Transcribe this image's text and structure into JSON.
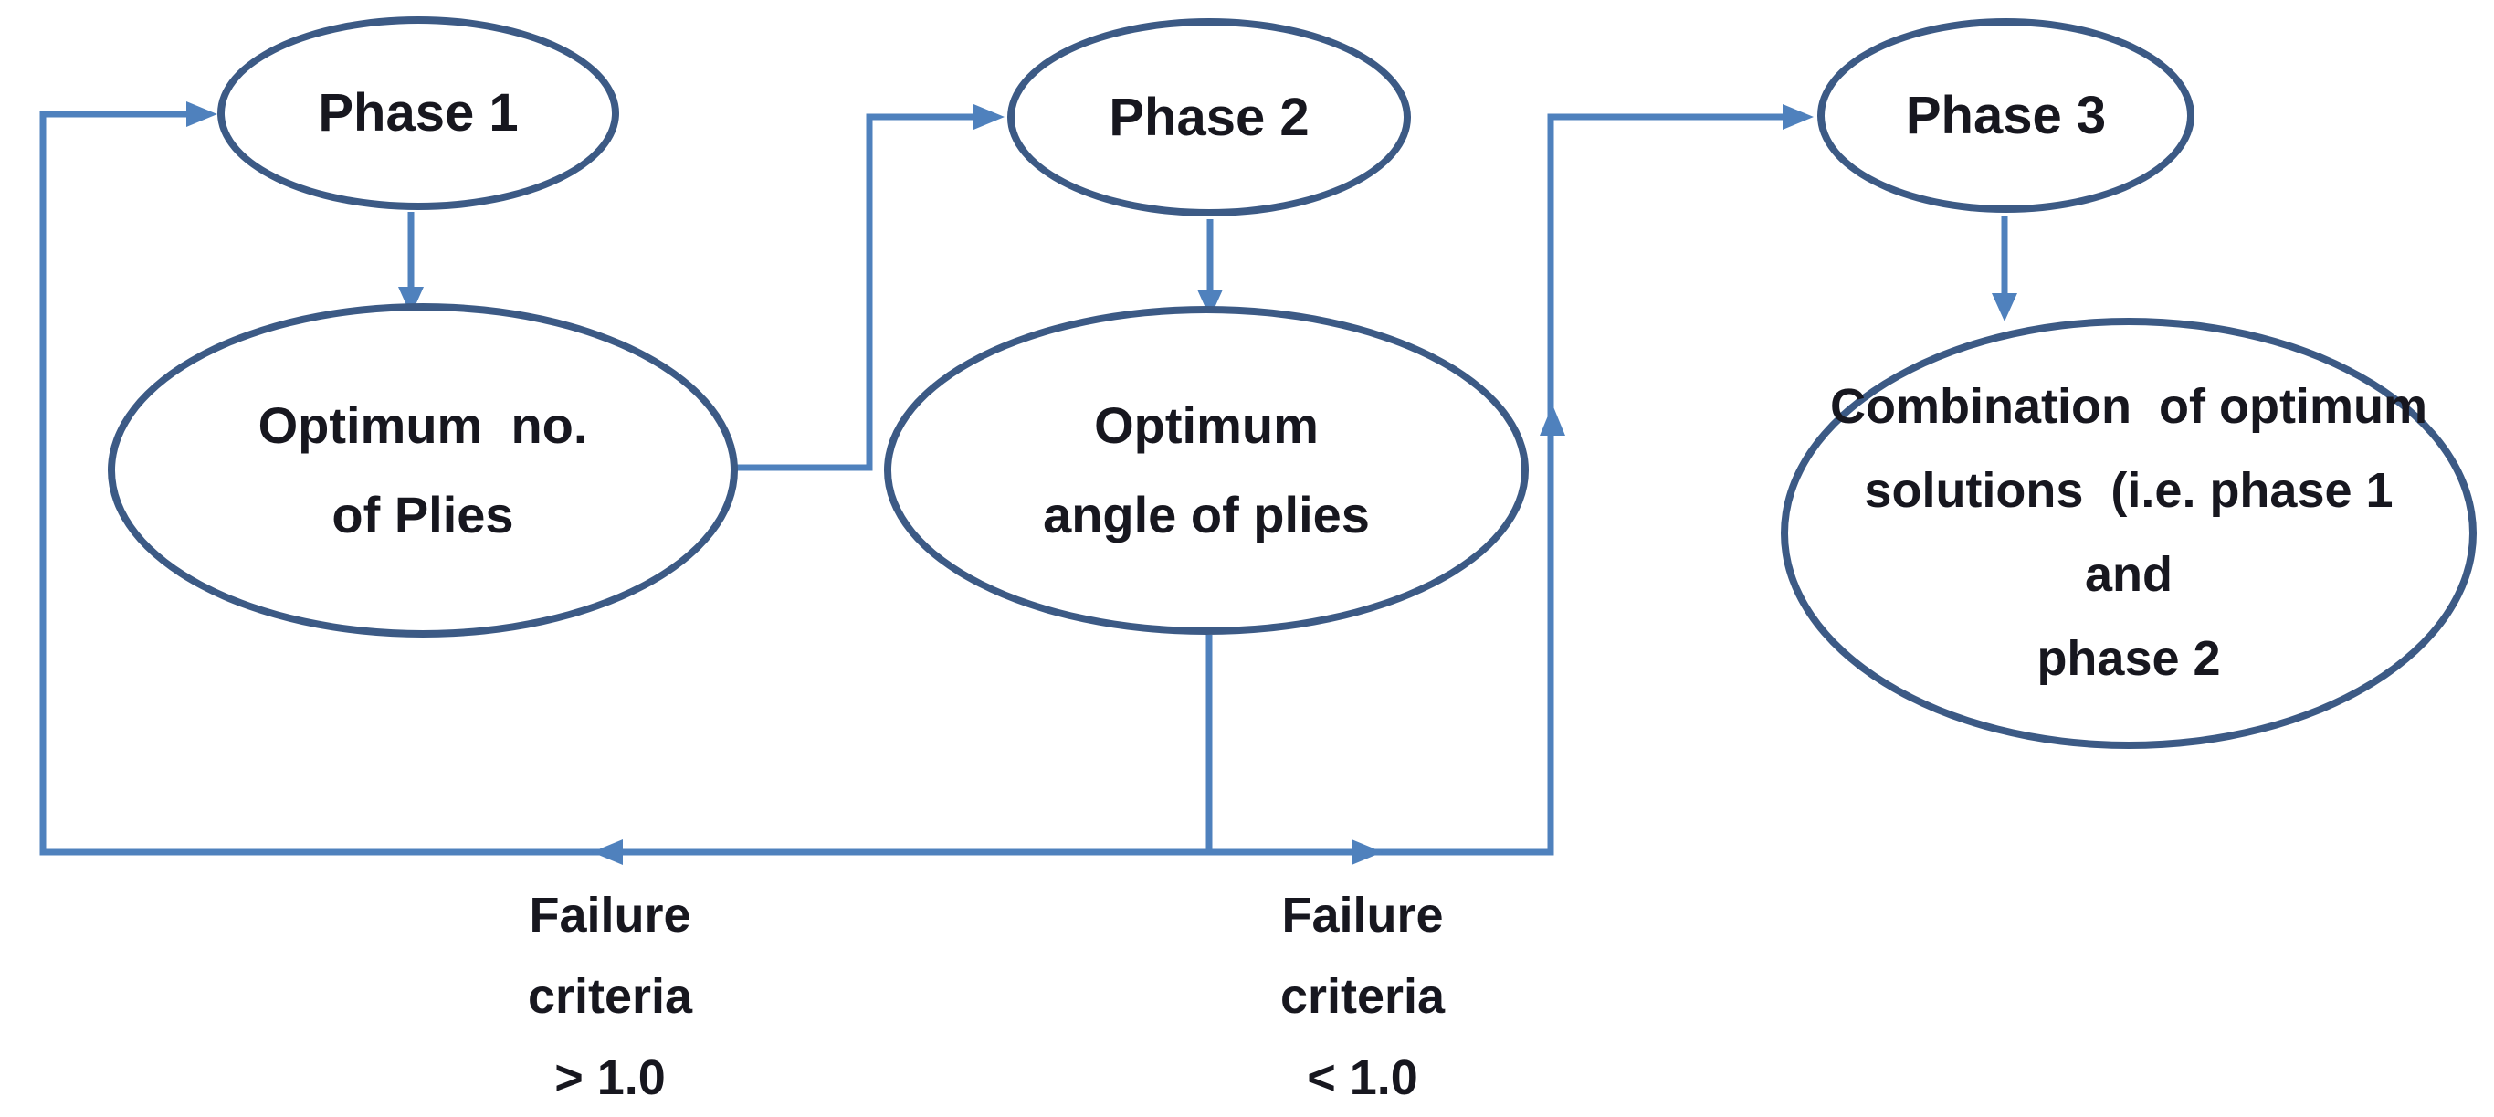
{
  "diagram": {
    "title": "Three-phase optimization flowchart",
    "colors": {
      "connector_blue": "#4f81bd",
      "node_border_navy": "#3c5a85",
      "text": "#17171f",
      "background": "#ffffff"
    },
    "nodes": [
      {
        "id": "phase1",
        "label": "Phase 1"
      },
      {
        "id": "optimum-plies",
        "label": "Optimum  no.\nof Plies"
      },
      {
        "id": "phase2",
        "label": "Phase 2"
      },
      {
        "id": "optimum-angle",
        "label": "Optimum\nangle of plies"
      },
      {
        "id": "phase3",
        "label": "Phase 3"
      },
      {
        "id": "combination",
        "label": "Combination  of optimum\nsolutions  (i.e. phase 1 and\nphase 2"
      }
    ],
    "edge_labels": [
      {
        "id": "failure-gt",
        "text": "Failure\ncriteria\n> 1.0"
      },
      {
        "id": "failure-lt",
        "text": "Failure\ncriteria\n< 1.0"
      }
    ]
  }
}
